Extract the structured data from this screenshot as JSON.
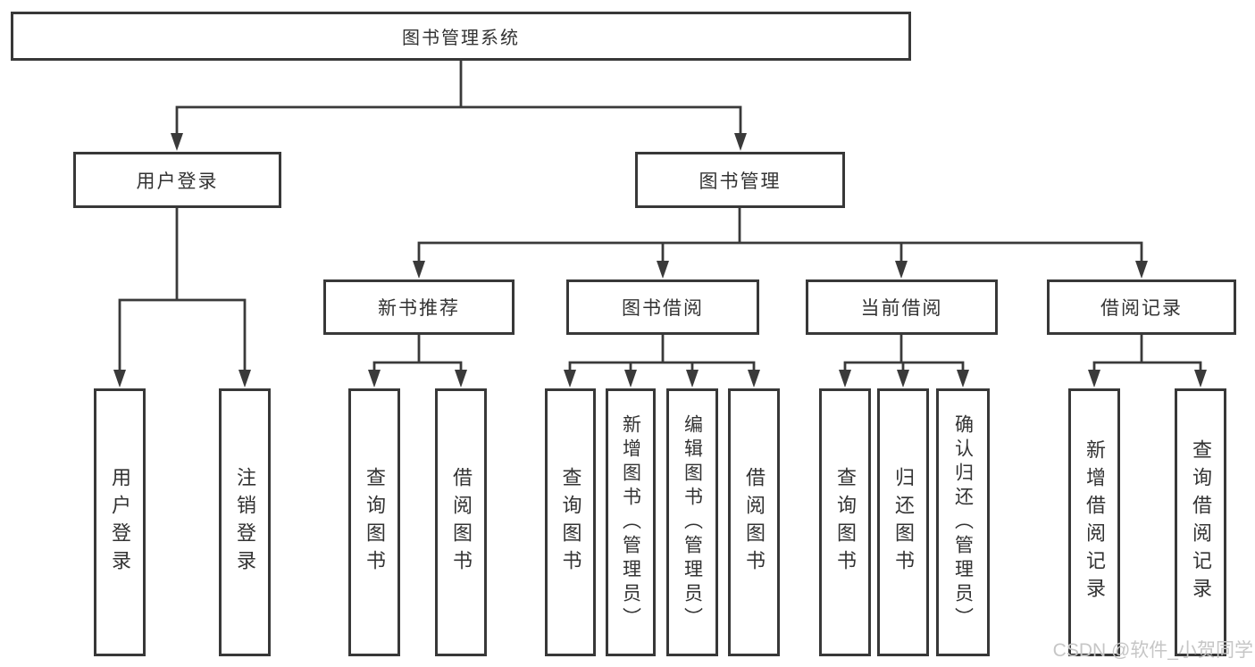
{
  "diagram": {
    "root": "图书管理系统",
    "level2": {
      "user_login": "用户登录",
      "book_mgmt": "图书管理"
    },
    "level3": {
      "new_books": "新书推荐",
      "borrowing": "图书借阅",
      "current": "当前借阅",
      "records": "借阅记录"
    },
    "leaves": {
      "user_login": [
        "用户登录",
        "注销登录"
      ],
      "new_books": [
        "查询图书",
        "借阅图书"
      ],
      "borrowing": [
        "查询图书",
        "新增图书（管理员）",
        "编辑图书（管理员）",
        "借阅图书"
      ],
      "current": [
        "查询图书",
        "归还图书",
        "确认归还（管理员）"
      ],
      "records": [
        "新增借阅记录",
        "查询借阅记录"
      ]
    }
  },
  "watermark": "CSDN @软件_小贺同学",
  "colors": {
    "line": "#3a3a3a",
    "text": "#333333",
    "watermark": "#c6c6c6",
    "background": "#ffffff"
  }
}
